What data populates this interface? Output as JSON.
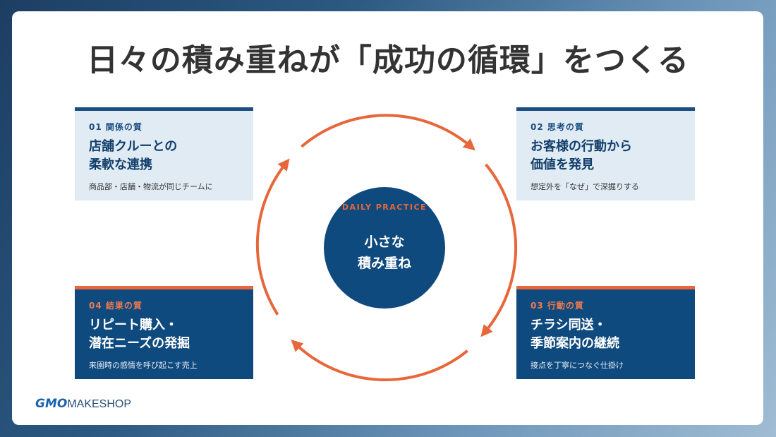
{
  "slide": {
    "title": "日々の積み重ねが「成功の循環」をつくる"
  },
  "cards": [
    {
      "num": "01 関係の質",
      "heading_line1": "店舗クルーとの",
      "heading_line2": "柔軟な連携",
      "desc": "商品部・店舗・物流が同じチームに"
    },
    {
      "num": "02 思考の質",
      "heading_line1": "お客様の行動から",
      "heading_line2": "価値を発見",
      "desc": "想定外を「なぜ」で深掘りする"
    },
    {
      "num": "03 行動の質",
      "heading_line1": "チラシ同送・",
      "heading_line2": "季節案内の継続",
      "desc": "接点を丁寧につなぐ仕掛け"
    },
    {
      "num": "04 結果の質",
      "heading_line1": "リピート購入・",
      "heading_line2": "潜在ニーズの発掘",
      "desc": "来園時の感情を呼び起こす売上"
    }
  ],
  "center": {
    "label": "DAILY PRACTICE",
    "line1": "小さな",
    "line2": "積み重ね"
  },
  "logo": {
    "gmo": "GMO",
    "shop": "MAKESHOP"
  },
  "colors": {
    "navy": "#0f4a7e",
    "light_blue": "#e0ebf4",
    "orange": "#e8673a",
    "title_gray": "#333333"
  }
}
